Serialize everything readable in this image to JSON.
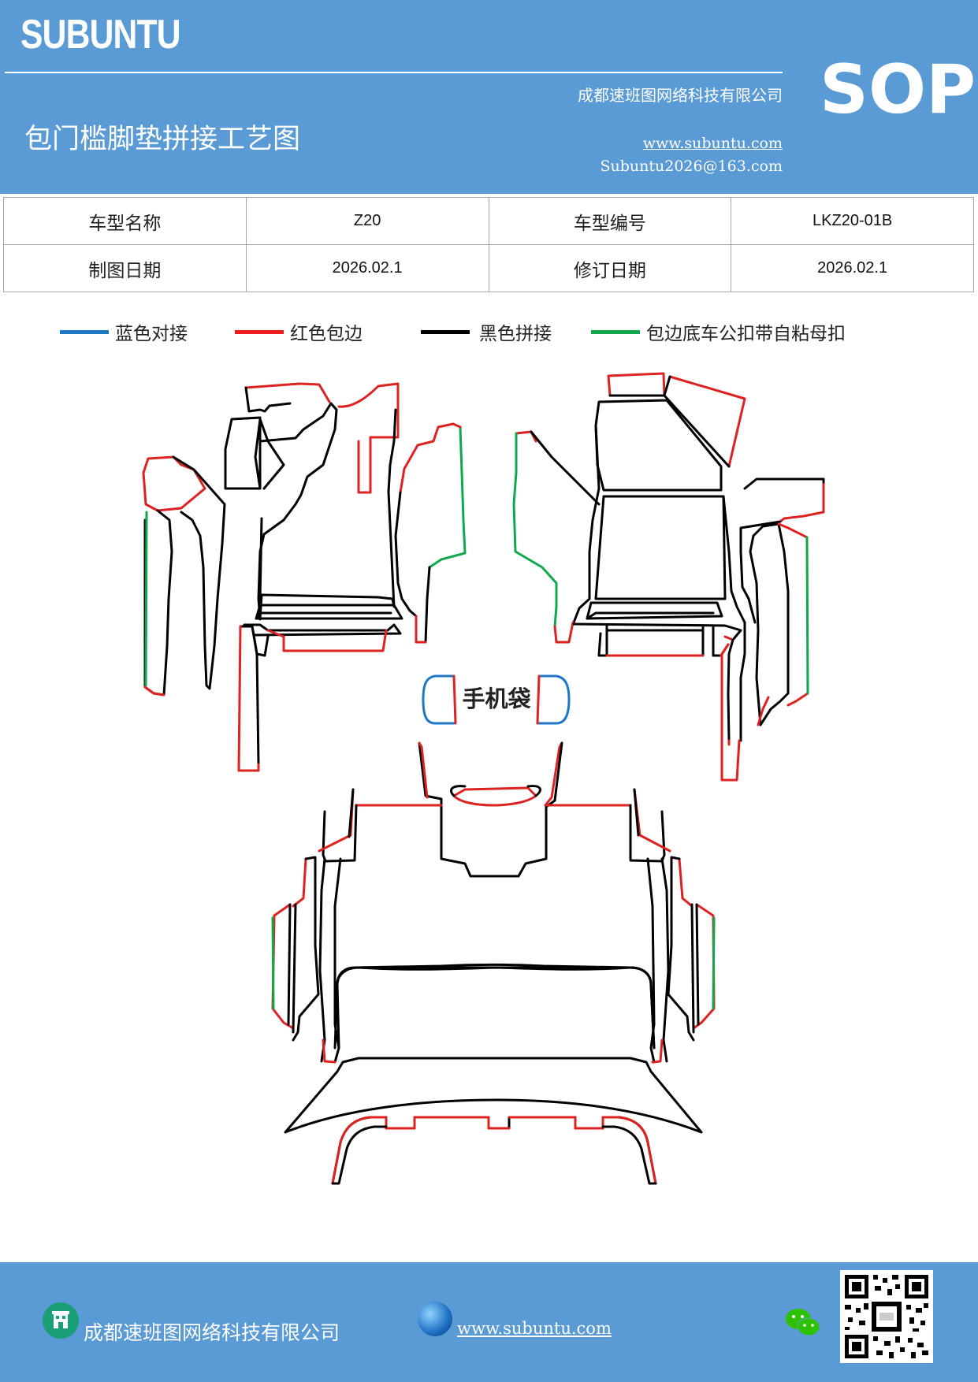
{
  "header": {
    "brand": "SUBUNTU",
    "badge": "SOP",
    "company": "成都速班图网络科技有限公司",
    "title": "包门槛脚垫拼接工艺图",
    "website": "www.subuntu.com",
    "email": "Subuntu2026@163.com"
  },
  "info_table": {
    "row1": {
      "label1": "车型名称",
      "value1": "Z20",
      "label2": "车型编号",
      "value2": "LKZ20-01B"
    },
    "row2": {
      "label1": "制图日期",
      "value1": "2026.02.1",
      "label2": "修订日期",
      "value2": "2026.02.1"
    }
  },
  "legend": [
    {
      "label": "蓝色对接",
      "color": "#1f77c4"
    },
    {
      "label": "红色包边",
      "color": "#ee1c1c"
    },
    {
      "label": "黑色拼接",
      "color": "#000000"
    },
    {
      "label": "包边底车公扣带自粘母扣",
      "color": "#11a84d"
    }
  ],
  "diagram": {
    "phone_bag_label": "手机袋"
  },
  "footer": {
    "company": "成都速班图网络科技有限公司",
    "website": "www.subuntu.com",
    "company_icon": "building-icon",
    "web_icon": "globe-icon",
    "social_icon": "wechat-icon"
  }
}
